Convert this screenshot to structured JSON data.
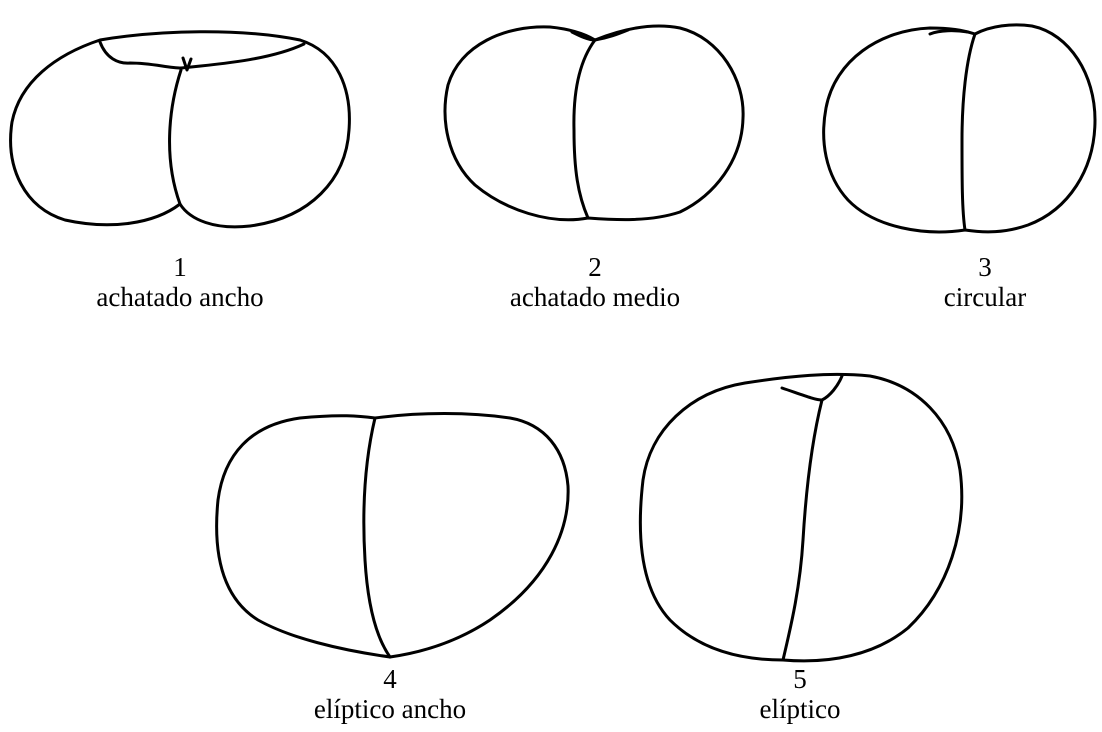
{
  "figure": {
    "stroke_color": "#000000",
    "background_color": "#ffffff",
    "shapes": [
      {
        "number": "1",
        "name": "achatado ancho"
      },
      {
        "number": "2",
        "name": "achatado medio"
      },
      {
        "number": "3",
        "name": "circular"
      },
      {
        "number": "4",
        "name": "elíptico ancho"
      },
      {
        "number": "5",
        "name": "elíptico"
      }
    ]
  }
}
